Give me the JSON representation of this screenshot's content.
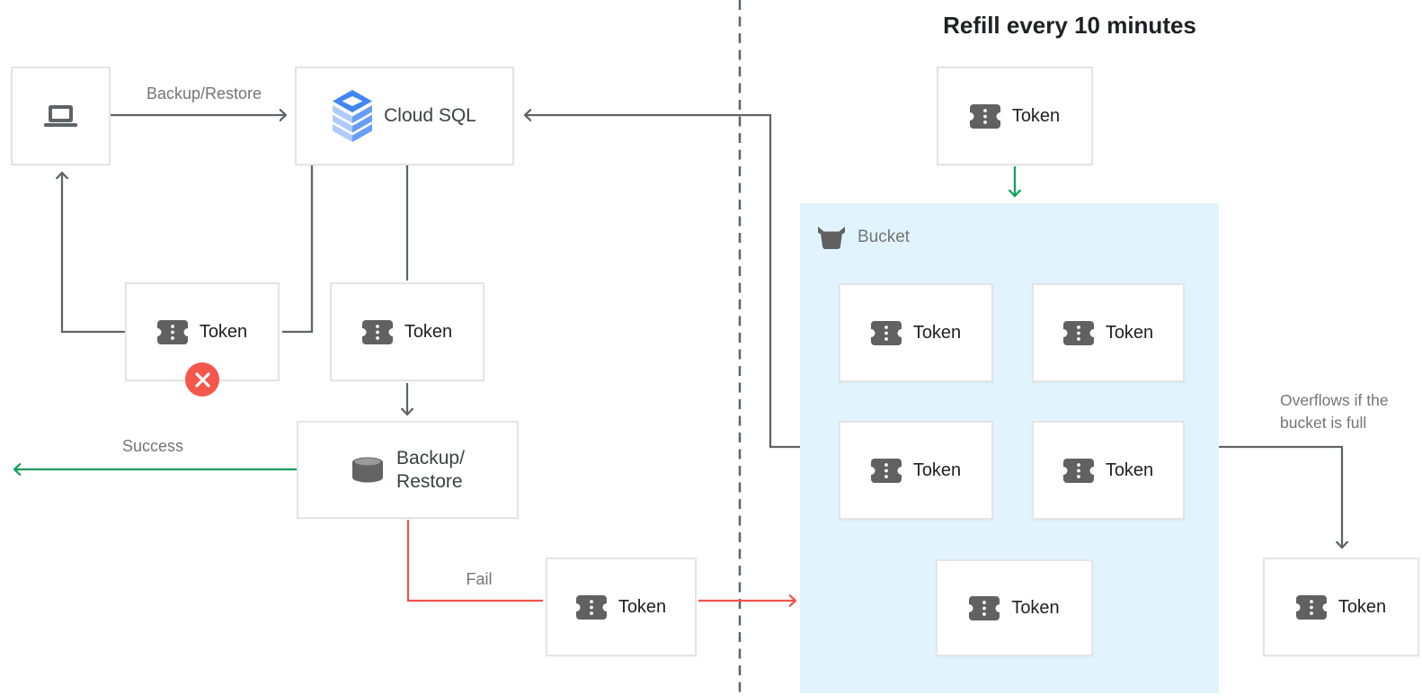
{
  "title": "Refill every 10 minutes",
  "colors": {
    "bucket_fill": "#E1F3FC",
    "success_green": "#12A05B",
    "fail_red": "#F0544C",
    "badge_red": "#F4574C",
    "line_gray": "#5F6368",
    "icon_gray": "#616161",
    "border_gray": "#E4E4E4",
    "label_gray": "#757575",
    "text_dark": "#212121",
    "title_dark": "#202124",
    "sql_blue": "#4285F4",
    "sql_blue_mid": "#669DF6",
    "sql_blue_light": "#AECBFA"
  },
  "nodes": {
    "client": {
      "icon": "laptop-icon"
    },
    "cloud_sql": {
      "label": "Cloud SQL",
      "icon": "cloud-sql-icon"
    },
    "token_rejected": {
      "label": "Token",
      "badge": "x-mark"
    },
    "token_request": {
      "label": "Token"
    },
    "backup_restore": {
      "label_line1": "Backup/",
      "label_line2": "Restore",
      "icon": "database-icon"
    },
    "token_fail": {
      "label": "Token"
    },
    "token_refill": {
      "label": "Token"
    },
    "token_overflow": {
      "label": "Token"
    },
    "bucket": {
      "label": "Bucket",
      "icon": "bucket-icon",
      "tokens": [
        {
          "label": "Token"
        },
        {
          "label": "Token"
        },
        {
          "label": "Token"
        },
        {
          "label": "Token"
        },
        {
          "label": "Token"
        }
      ]
    }
  },
  "edges": {
    "backup_restore_request": {
      "label": "Backup/Restore"
    },
    "success": {
      "label": "Success"
    },
    "fail": {
      "label": "Fail"
    },
    "overflow": {
      "label": "Overflows if the bucket is full"
    }
  }
}
